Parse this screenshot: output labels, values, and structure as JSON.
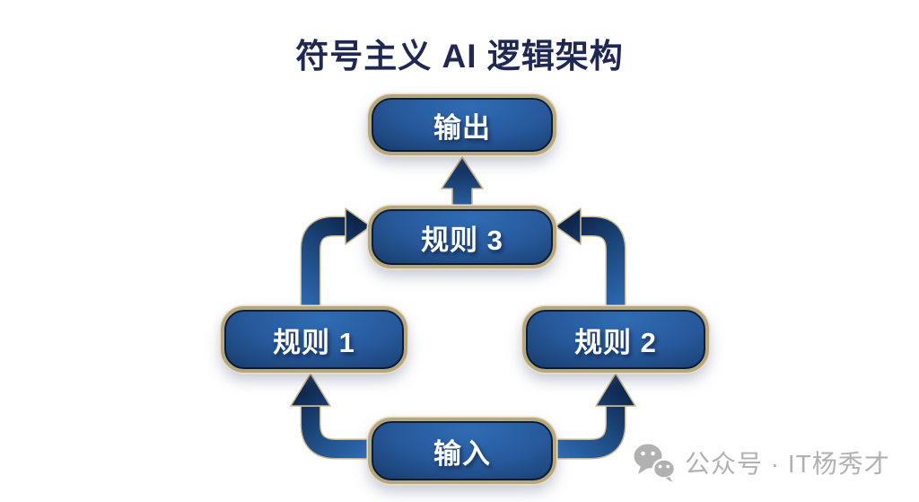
{
  "title": "符号主义 AI 逻辑架构",
  "nodes": {
    "output": {
      "label": "输出"
    },
    "rule3": {
      "label": "规则 3"
    },
    "rule1": {
      "label": "规则 1"
    },
    "rule2": {
      "label": "规则 2"
    },
    "input": {
      "label": "输入"
    }
  },
  "edges": [
    {
      "from": "input",
      "to": "rule1"
    },
    {
      "from": "input",
      "to": "rule2"
    },
    {
      "from": "rule1",
      "to": "rule3"
    },
    {
      "from": "rule2",
      "to": "rule3"
    },
    {
      "from": "rule3",
      "to": "output"
    }
  ],
  "watermark": {
    "icon": "wechat-icon",
    "text": "公众号 · IT杨秀才"
  },
  "colors": {
    "background": "#ffffff",
    "title_text": "#1f2752",
    "box_border": "#b7a77c",
    "box_border_light": "#e9e0c8",
    "box_fill_light": "#2f6cb4",
    "box_fill_dark": "#102645",
    "arrow_light": "#2e6ab2",
    "arrow_dark": "#0c2348",
    "arrow_outline": "#c8b88c",
    "node_text": "#ffffff",
    "watermark_gray": "#b1b1b1"
  }
}
